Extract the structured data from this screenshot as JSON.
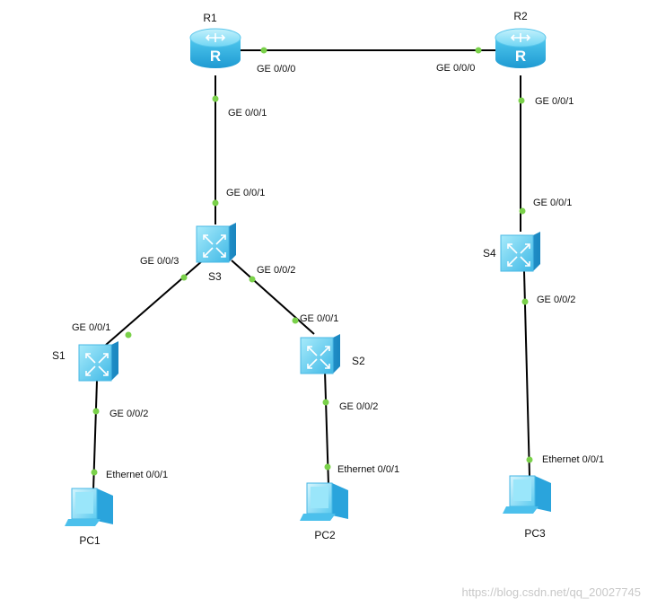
{
  "devices": {
    "r1": {
      "name": "R1",
      "type": "router-icon"
    },
    "r2": {
      "name": "R2",
      "type": "router-icon"
    },
    "s3": {
      "name": "S3",
      "type": "switch-icon"
    },
    "s4": {
      "name": "S4",
      "type": "switch-icon"
    },
    "s1": {
      "name": "S1",
      "type": "switch-icon"
    },
    "s2": {
      "name": "S2",
      "type": "switch-icon"
    },
    "pc1": {
      "name": "PC1",
      "type": "pc-icon"
    },
    "pc2": {
      "name": "PC2",
      "type": "pc-icon"
    },
    "pc3": {
      "name": "PC3",
      "type": "pc-icon"
    }
  },
  "ports": {
    "r1_r2_r1side": "GE 0/0/0",
    "r1_r2_r2side": "GE 0/0/0",
    "r1_s3_r1side": "GE 0/0/1",
    "r1_s3_s3side": "GE 0/0/1",
    "r2_s4_r2side": "GE 0/0/1",
    "r2_s4_s4side": "GE 0/0/1",
    "s3_s1_s3side": "GE 0/0/3",
    "s3_s1_s1side": "GE 0/0/1",
    "s3_s2_s3side": "GE 0/0/2",
    "s3_s2_s2side": "GE 0/0/1",
    "s1_pc1_s1side": "GE 0/0/2",
    "s1_pc1_pcside": "Ethernet 0/0/1",
    "s2_pc2_s2side": "GE 0/0/2",
    "s2_pc2_pcside": "Ethernet 0/0/1",
    "s4_pc3_s4side": "GE 0/0/2",
    "s4_pc3_pcside": "Ethernet 0/0/1"
  },
  "watermark": "https://blog.csdn.net/qq_20027745",
  "colors": {
    "device_light": "#8fe2f7",
    "device_mid": "#37bde8",
    "device_dark": "#1a90c8",
    "link": "#000000",
    "port_dot": "#7ad14a"
  }
}
